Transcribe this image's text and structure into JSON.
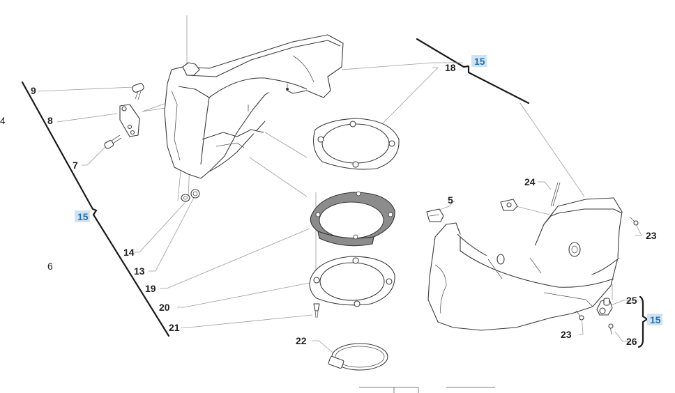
{
  "diagram": {
    "group_labels": [
      "15",
      "15",
      "15"
    ],
    "edge_labels": [
      "4",
      "6"
    ],
    "callouts": {
      "c5": "5",
      "c7": "7",
      "c8": "8",
      "c9": "9",
      "c13": "13",
      "c14": "14",
      "c18": "18",
      "c19": "19",
      "c20": "20",
      "c21": "21",
      "c22": "22",
      "c23a": "23",
      "c23b": "23",
      "c24": "24",
      "c25": "25",
      "c26": "26"
    }
  }
}
